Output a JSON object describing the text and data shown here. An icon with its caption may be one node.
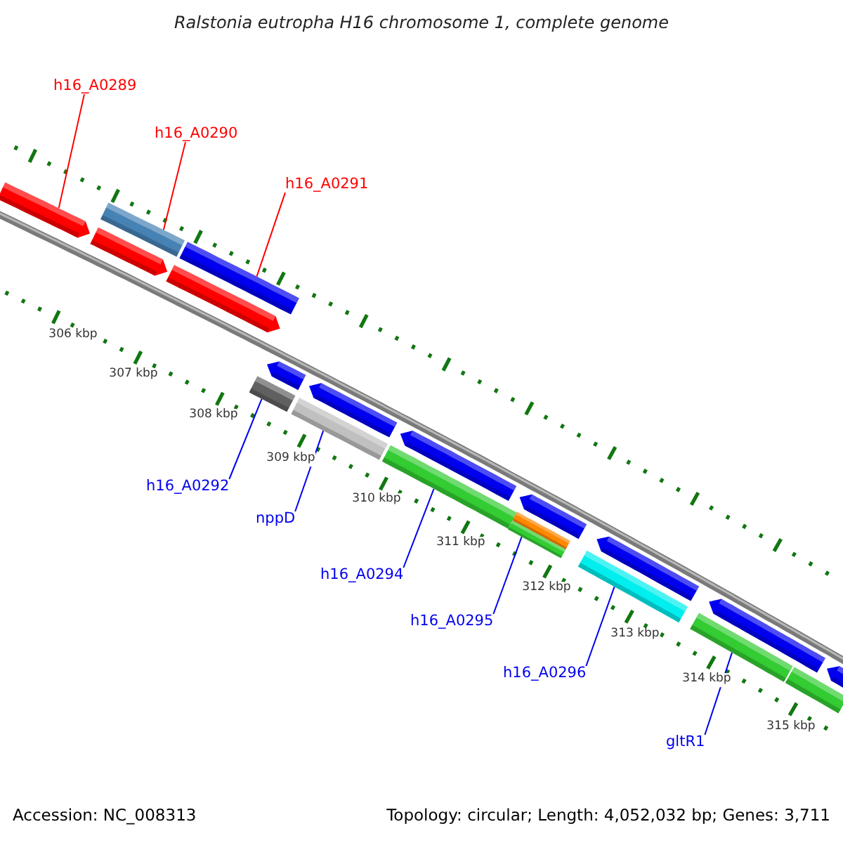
{
  "diagram": {
    "title": "Ralstonia eutropha H16 chromosome 1, complete genome",
    "nodes": [
      {
        "text": [
          "h16_A0289"
        ]
      },
      {
        "text": [
          "h16_A0290"
        ]
      },
      {
        "text": [
          "h16_A0291"
        ]
      },
      {
        "text": [
          "h16_A0292"
        ]
      },
      {
        "text": [
          "nppD"
        ]
      },
      {
        "text": [
          "h16_A0294"
        ]
      },
      {
        "text": [
          "h16_A0295"
        ]
      },
      {
        "text": [
          "h16_A0296"
        ]
      },
      {
        "text": [
          "gltR1"
        ]
      },
      {
        "text": [],
        "shape": "bar"
      },
      {
        "text": [],
        "shape": "bar"
      },
      {
        "text": [],
        "shape": "bar"
      },
      {
        "text": [],
        "shape": "bar"
      },
      {
        "text": [],
        "shape": "bar"
      },
      {
        "text": [],
        "shape": "bar"
      },
      {
        "text": [],
        "shape": "bar"
      },
      {
        "text": [],
        "shape": "bar"
      },
      {
        "text": [],
        "shape": "bar"
      },
      {
        "text": [],
        "shape": "bar"
      },
      {
        "text": [],
        "shape": "bar"
      },
      {
        "text": [],
        "shape": "bar"
      },
      {
        "text": [],
        "shape": "bar"
      },
      {
        "text": [],
        "shape": "bar"
      },
      {
        "text": [],
        "shape": "bar"
      },
      {
        "text": [],
        "shape": "bar"
      },
      {
        "text": [],
        "shape": "bar"
      },
      {
        "text": [],
        "shape": "bar"
      },
      {
        "text": [],
        "shape": "bar"
      },
      {
        "text": [],
        "shape": "bar"
      }
    ],
    "edges": [
      {
        "from": 0,
        "to": 9,
        "arrow": "none",
        "color": "#ff0000"
      },
      {
        "from": 1,
        "to": 10,
        "arrow": "none",
        "color": "#ff0000"
      },
      {
        "from": 2,
        "to": 12,
        "arrow": "none",
        "color": "#ff0000"
      },
      {
        "from": 3,
        "to": 14,
        "arrow": "none"
      },
      {
        "from": 4,
        "to": 16,
        "arrow": "none"
      },
      {
        "from": 5,
        "to": 18,
        "arrow": "none"
      },
      {
        "from": 6,
        "to": 22,
        "arrow": "none"
      },
      {
        "from": 7,
        "to": 23,
        "arrow": "none"
      },
      {
        "from": 8,
        "to": 25,
        "arrow": "none"
      }
    ],
    "labels": [
      "306 kbp",
      "307 kbp",
      "308 kbp",
      "309 kbp",
      "310 kbp",
      "311 kbp",
      "312 kbp",
      "313 kbp",
      "314 kbp",
      "315 kbp",
      "Accession: NC_008313",
      "Topology: circular; Length: 4,052,032 bp; Genes: 3,711"
    ]
  }
}
